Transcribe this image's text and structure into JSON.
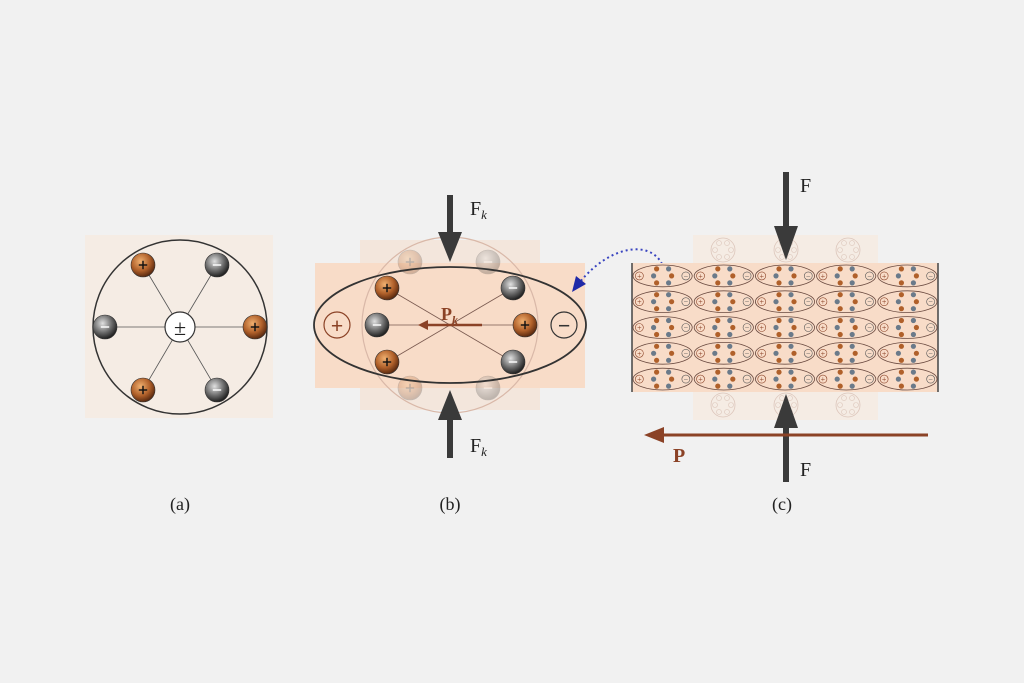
{
  "panels": {
    "a": {
      "caption": "(a)",
      "center_symbol": "±"
    },
    "b": {
      "caption": "(b)",
      "force_label": "F",
      "force_sub": "k",
      "polarization_label": "P",
      "polarization_sub": "k",
      "plus": "+",
      "minus": "−"
    },
    "c": {
      "caption": "(c)",
      "force_label": "F",
      "polarization_label": "P",
      "grid_rows": 5,
      "grid_cols": 5
    }
  },
  "colors": {
    "background": "#f1f1f1",
    "cation": "#a0521d",
    "anion": "#5a5a5a",
    "crystal": "#f8dcc8",
    "arrow": "#3a3a3a",
    "polarization": "#8b4226",
    "link": "#1f2aa8"
  }
}
